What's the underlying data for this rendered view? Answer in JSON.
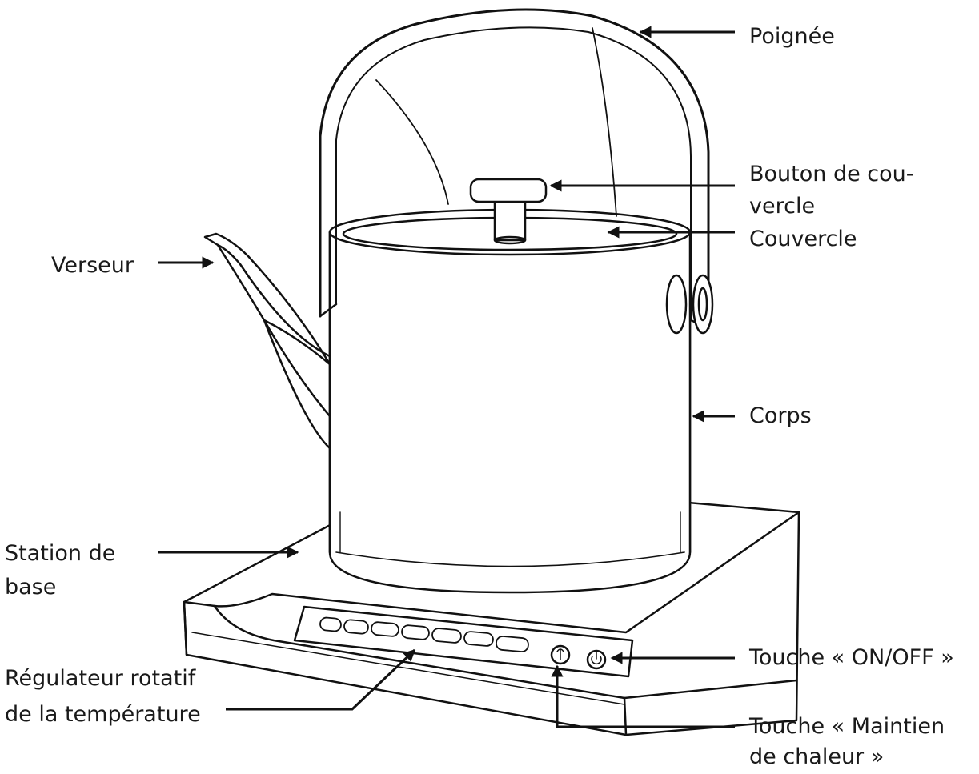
{
  "labels": {
    "handle": "Poignée",
    "lid_knob_line1": "Bouton de cou-",
    "lid_knob_line2": "vercle",
    "lid": "Couvercle",
    "spout": "Verseur",
    "body": "Corps",
    "base_line1": "Station de",
    "base_line2": "base",
    "dial_line1": "Régulateur rotatif",
    "dial_line2": "de la température",
    "on_off": "Touche « ON/OFF »",
    "keep_warm_line1": "Touche « Maintien",
    "keep_warm_line2": "de chaleur »"
  },
  "colors": {
    "line": "#111111",
    "text": "#1a1a1a",
    "background": "#ffffff"
  }
}
